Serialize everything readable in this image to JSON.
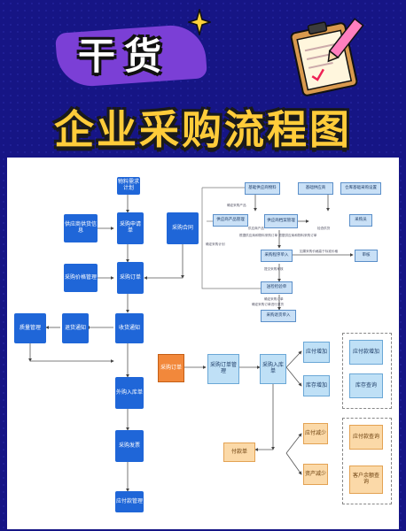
{
  "header": {
    "tag": "干货",
    "title": "企业采购流程图"
  },
  "icons": {
    "sparkle": "sparkle-icon",
    "clipboard": "clipboard-pencil-icon"
  },
  "flow": {
    "need_plan": "物料需求计划",
    "supplier_info": "供应商供货信息",
    "req": "采购申请单",
    "contract": "采购合同",
    "price": "采购价格管理",
    "order": "采购订单",
    "qc": "质量管理",
    "return": "退货通知",
    "receive": "收货通知",
    "inbound": "外购入库单",
    "invoice": "采购发票",
    "payable": "应付款管理"
  },
  "sub": {
    "main_supplier": "基础供应商物料",
    "base_supplier": "基础供应商",
    "warehouse_cfg": "仓库基础采购设置",
    "decl_mgmt": "供应商产品管理",
    "sup_mgmt": "供应商档案管理",
    "purchase_lead": "采购员",
    "process_purchase": "采购程序单入",
    "review": "审核",
    "receiving": "送检检验单",
    "return_in": "采购退货单入",
    "lbl_a": "确定采购产品",
    "lbl_b": "供应商产品",
    "lbl_c": "检查供货",
    "lbl_d": "确定采购计划",
    "lbl_e": "根据供应商和物料采购订单  根据供应商和物料采购订单",
    "lbl_f": "提交采购审核",
    "lbl_g": "如果采购价格高于标准价格",
    "lbl_h": "确定采购订单",
    "lbl_i": "确定采购订单进行退货"
  },
  "ledger": {
    "order": "采购订单",
    "order_mgmt": "采购订单管理",
    "inbound": "采购入库单",
    "pay_add": "应付增加",
    "stock_add": "库存增加",
    "pay_mgmt": "应付款增加",
    "stock_query": "库存查询",
    "payment": "付款单",
    "pay_reduce": "应付减少",
    "asset_reduce": "资产减少",
    "pay_query": "应付款查询",
    "cust_balance": "客户余额查询"
  }
}
